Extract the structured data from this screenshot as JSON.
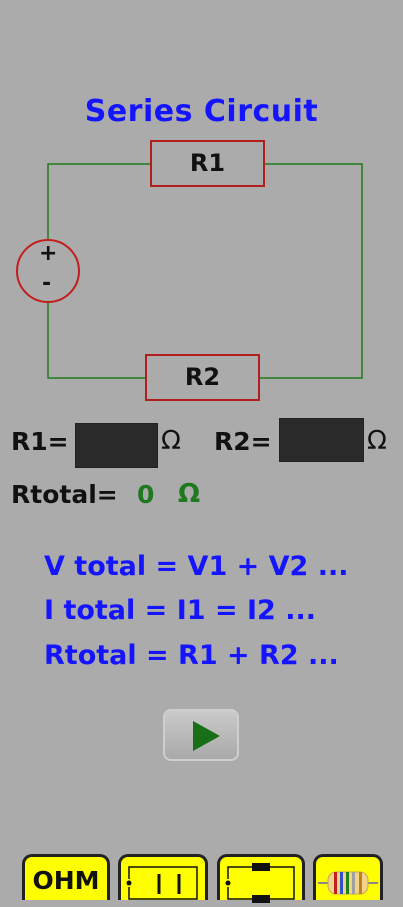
{
  "app": {
    "title": "Series Circuit"
  },
  "circuit": {
    "r1_label": "R1",
    "r2_label": "R2",
    "source_plus": "+",
    "source_minus": "-",
    "wire_color": "#1f7a1f",
    "component_color": "#b21d1d"
  },
  "inputs": {
    "r1_label": "R1=",
    "r1_value": "",
    "r2_label": "R2=",
    "r2_value": "",
    "unit": "Ω"
  },
  "result": {
    "label": "Rtotal=",
    "value": "0",
    "unit": "Ω"
  },
  "formulas": [
    "V total = V1 + V2 ...",
    "I total = I1 = I2 ...",
    "Rtotal = R1 + R2 ..."
  ],
  "controls": {
    "play_icon": "play-icon"
  },
  "tabs": [
    {
      "label": "OHM",
      "icon": "ohm-text"
    },
    {
      "label": "",
      "icon": "series-circuit-icon"
    },
    {
      "label": "",
      "icon": "parallel-circuit-icon"
    },
    {
      "label": "",
      "icon": "resistor-color-code-icon"
    }
  ],
  "colors": {
    "background": "#ababab",
    "accent_blue": "#1414ff",
    "result_green": "#1f7a1f",
    "tab_yellow": "#ffff00"
  }
}
